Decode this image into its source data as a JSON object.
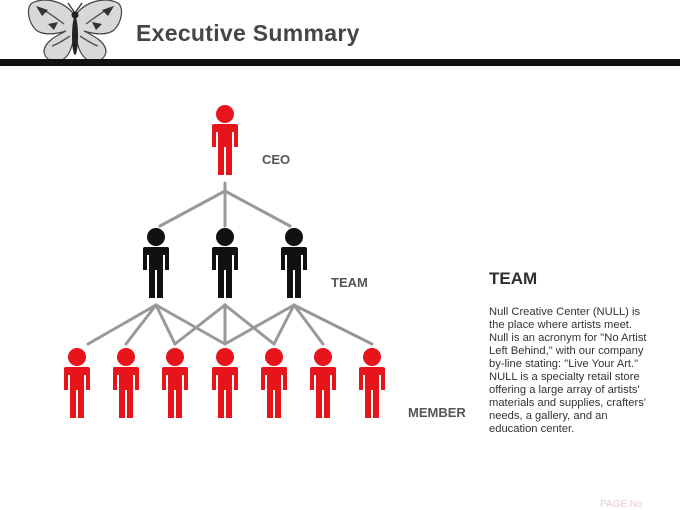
{
  "slide": {
    "title": "Executive Summary",
    "logo_icon": "butterfly-icon",
    "page_label": "PAGE.No"
  },
  "org_chart": {
    "levels": [
      {
        "label": "CEO",
        "count": 1,
        "color": "#e8141b"
      },
      {
        "label": "TEAM",
        "count": 3,
        "color": "#111111"
      },
      {
        "label": "MEMBER",
        "count": 7,
        "color": "#e8141b"
      }
    ],
    "connector_color": "#999999"
  },
  "info_panel": {
    "heading": "TEAM",
    "body": "Null Creative Center (NULL) is the place where artists meet. Null is an acronym for \"No Artist Left Behind,\" with our company by-line stating: \"Live Your Art.\" NULL is a specialty retail store offering a large array of artists' materials and supplies, crafters' needs, a gallery, and an education center."
  }
}
